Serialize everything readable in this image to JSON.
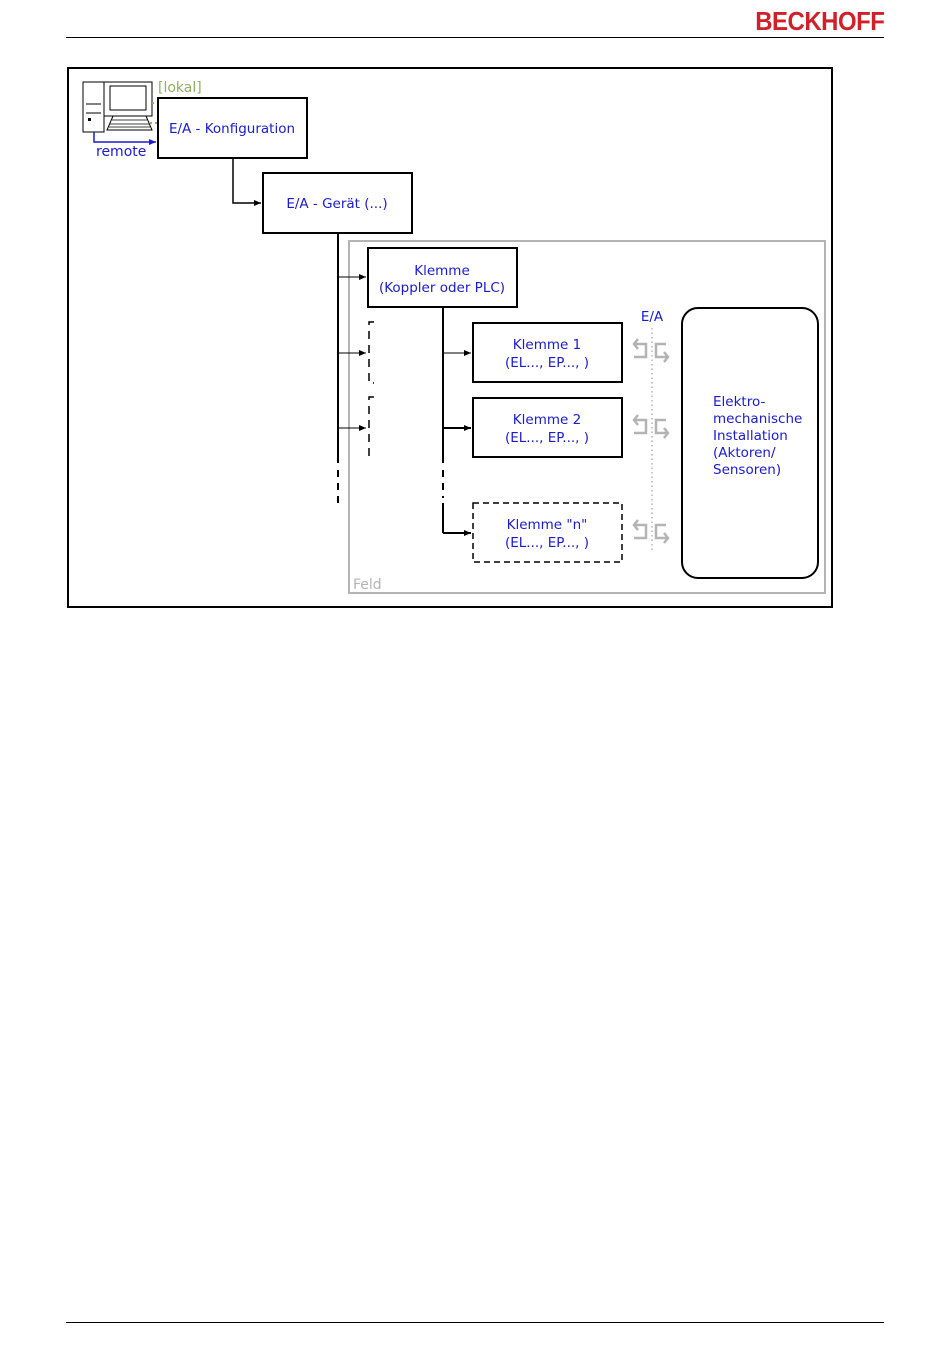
{
  "header": {
    "brand": "BECKHOFF"
  },
  "diagram": {
    "lokal_label": "[lokal]",
    "remote_label": "remote",
    "ea_config": "E/A - Konfiguration",
    "ea_device": "E/A - Gerät (...)",
    "coupler_line1": "Klemme",
    "coupler_line2": "(Koppler oder PLC)",
    "term1_line1": "Klemme 1",
    "term1_line2": "(EL..., EP..., )",
    "term2_line1": "Klemme 2",
    "term2_line2": "(EL..., EP..., )",
    "termn_line1": "Klemme \"n\"",
    "termn_line2": "(EL..., EP..., )",
    "io_label": "E/A",
    "install_line1": "Elektro-",
    "install_line2": "mechanische",
    "install_line3": "Installation",
    "install_line4": "(Aktoren/",
    "install_line5": "Sensoren)",
    "field_label": "Feld",
    "colors": {
      "text_blue": "#1a1ad6",
      "lokal_green": "#8fb060",
      "field_gray": "#b4b4b4",
      "brand_red": "#d1202a"
    }
  }
}
